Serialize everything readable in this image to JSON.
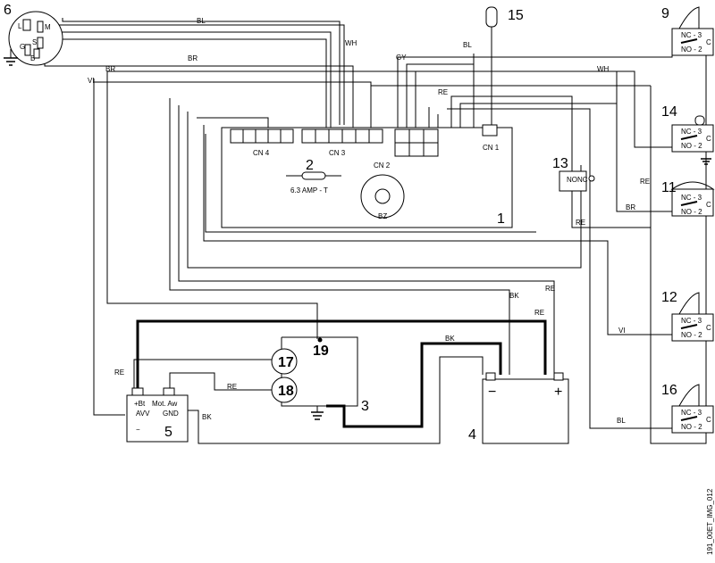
{
  "components": {
    "board": "1",
    "fuse": "2",
    "motor_ground": "3",
    "battery": "4",
    "module": "5",
    "key_switch": "6",
    "switch_9": "9",
    "switch_11": "11",
    "switch_12": "12",
    "switch_13": "13",
    "switch_14": "14",
    "lamp": "15",
    "switch_16": "16",
    "motor_17": "17",
    "motor_18": "18",
    "node_19": "19"
  },
  "connectors": {
    "cn1": "CN 1",
    "cn2": "CN 2",
    "cn3": "CN 3",
    "cn4": "CN 4"
  },
  "fuse_label": "6.3 AMP - T",
  "buzzer_label": "BZ",
  "wire_labels": {
    "bl": "BL",
    "wh": "WH",
    "br": "BR",
    "vi": "VI",
    "gy": "GY",
    "re": "RE",
    "bk": "BK"
  },
  "switch_labels": {
    "nc": "NC - 3",
    "no": "NO - 2",
    "c": "C",
    "nc_short": "NC",
    "no_short": "NO"
  },
  "battery_terms": {
    "minus": "−",
    "plus": "+"
  },
  "module_labels": {
    "bt": "+Bt",
    "mot": "Mot. Aw",
    "avv": "AVV",
    "gnd": "GND",
    "minus": "−"
  },
  "key_pins": {
    "l": "L",
    "m": "M",
    "s": "S",
    "g": "G",
    "b": "B"
  },
  "figure_id": "191_00ET_IMG_012"
}
